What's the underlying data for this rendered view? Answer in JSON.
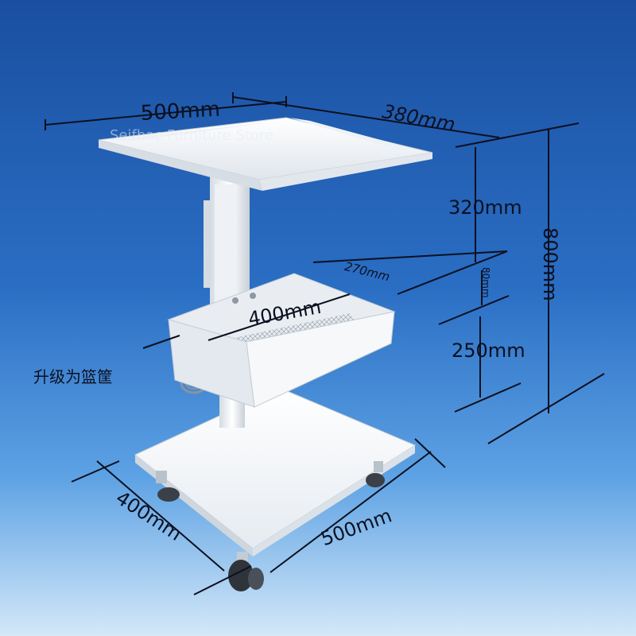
{
  "watermark": "Seifbac Furniture Store",
  "dimensions": {
    "top_width": "500mm",
    "top_depth": "380mm",
    "upper_height": "320mm",
    "total_height": "800mm",
    "basket_depth": "270mm",
    "basket_width": "400mm",
    "basket_height": "80mm",
    "lower_height": "250mm",
    "base_depth": "400mm",
    "base_width": "500mm"
  },
  "callout": "升级为篮筐",
  "colors": {
    "background_top": "#1a4fa0",
    "background_bottom": "#d4e8f8",
    "cart": "#f4f6f8",
    "dimension_line": "#0c1020"
  }
}
